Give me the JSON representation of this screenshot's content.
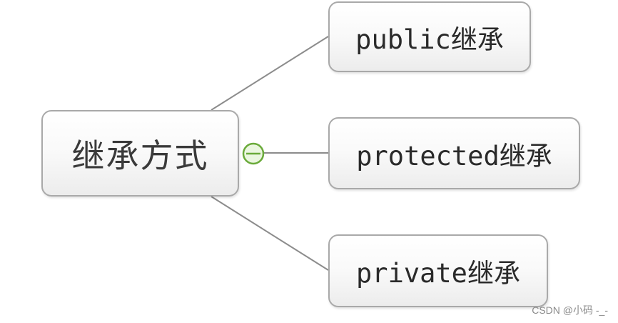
{
  "diagram": {
    "root": {
      "label": "继承方式"
    },
    "children": [
      {
        "label": "public继承"
      },
      {
        "label": "protected继承"
      },
      {
        "label": "private继承"
      }
    ],
    "collapse_toggle": {
      "icon": "minus-circle-icon",
      "color": "#6aaa3a"
    },
    "connector_color": "#8c8c8c"
  },
  "watermark": "CSDN @小码 -_-"
}
